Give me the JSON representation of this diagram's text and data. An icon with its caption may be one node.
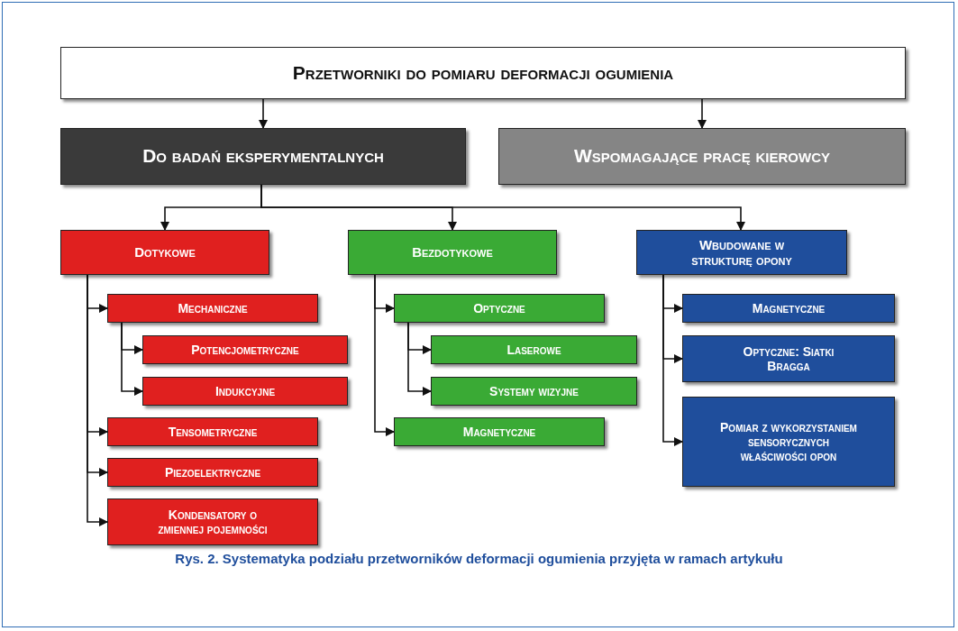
{
  "diagram": {
    "caption": "Rys. 2. Systematyka podziału przetworników deformacji ogumienia przyjęta w ramach artykułu",
    "nodes": [
      {
        "text": [
          "Przetworniki do pomiaru deformacji ogumienia"
        ]
      },
      {
        "text": [
          "Do badań eksperymentalnych"
        ]
      },
      {
        "text": [
          "Wspomagające pracę kierowcy"
        ]
      },
      {
        "text": [
          "Dotykowe"
        ]
      },
      {
        "text": [
          "Bezdotykowe"
        ]
      },
      {
        "text": [
          "Wbudowane w strukturę opony"
        ]
      },
      {
        "text": [
          "Mechaniczne"
        ]
      },
      {
        "text": [
          "Potencjometryczne"
        ]
      },
      {
        "text": [
          "Indukcyjne"
        ]
      },
      {
        "text": [
          "Tensometryczne"
        ]
      },
      {
        "text": [
          "Piezoelektryczne"
        ]
      },
      {
        "text": [
          "Kondensatory o zmiennej pojemności"
        ]
      },
      {
        "text": [
          "Optyczne"
        ]
      },
      {
        "text": [
          "Laserowe"
        ]
      },
      {
        "text": [
          "Systemy wizyjne"
        ]
      },
      {
        "text": [
          "Magnetyczne"
        ]
      },
      {
        "text": [
          "Magnetyczne"
        ]
      },
      {
        "text": [
          "Optyczne: Siatki Bragga"
        ]
      },
      {
        "text": [
          "Pomiar z wykorzystaniem sensorycznych właściwości opon"
        ]
      }
    ],
    "edges": [
      {
        "from": 0,
        "to": 1,
        "arrow": "to"
      },
      {
        "from": 0,
        "to": 2,
        "arrow": "to"
      },
      {
        "from": 1,
        "to": 3,
        "arrow": "to"
      },
      {
        "from": 1,
        "to": 4,
        "arrow": "to"
      },
      {
        "from": 1,
        "to": 5,
        "arrow": "to"
      },
      {
        "from": 3,
        "to": 6,
        "arrow": "to"
      },
      {
        "from": 6,
        "to": 7,
        "arrow": "to"
      },
      {
        "from": 6,
        "to": 8,
        "arrow": "to"
      },
      {
        "from": 3,
        "to": 9,
        "arrow": "to"
      },
      {
        "from": 3,
        "to": 10,
        "arrow": "to"
      },
      {
        "from": 3,
        "to": 11,
        "arrow": "to"
      },
      {
        "from": 4,
        "to": 12,
        "arrow": "to"
      },
      {
        "from": 12,
        "to": 13,
        "arrow": "to"
      },
      {
        "from": 12,
        "to": 14,
        "arrow": "to"
      },
      {
        "from": 4,
        "to": 15,
        "arrow": "to"
      },
      {
        "from": 5,
        "to": 16,
        "arrow": "to"
      },
      {
        "from": 5,
        "to": 17,
        "arrow": "to"
      },
      {
        "from": 5,
        "to": 18,
        "arrow": "to"
      }
    ]
  }
}
